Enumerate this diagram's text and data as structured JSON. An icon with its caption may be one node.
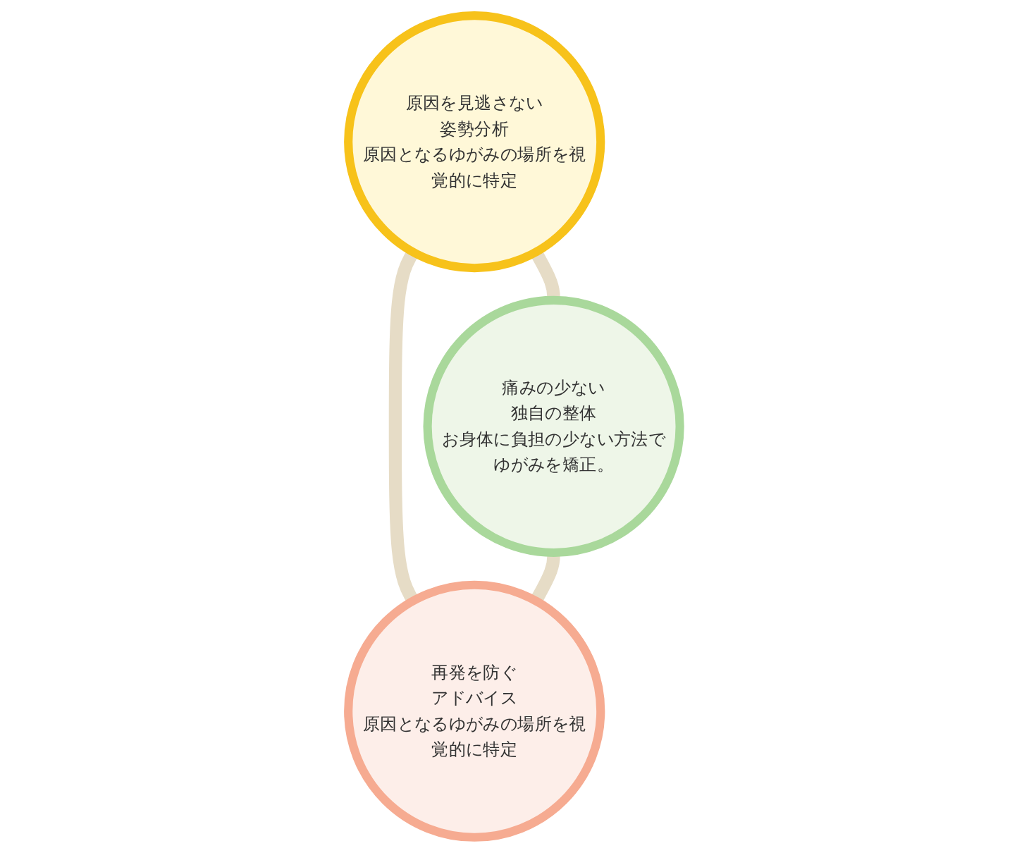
{
  "diagram": {
    "nodes": [
      {
        "text": [
          "原因を見逃さない",
          "姿勢分析",
          "原因となるゆがみの場所を視覚的に特定"
        ]
      },
      {
        "text": [
          "痛みの少ない",
          "独自の整体",
          "お身体に負担の少ない方法でゆがみを矯正。"
        ]
      },
      {
        "text": [
          "再発を防ぐ",
          "アドバイス",
          "原因となるゆがみの場所を視覚的に特定"
        ]
      }
    ],
    "edges": [
      {
        "from": 0,
        "to": 1,
        "arrow": "none"
      },
      {
        "from": 0,
        "to": 2,
        "arrow": "none"
      },
      {
        "from": 1,
        "to": 2,
        "arrow": "none"
      }
    ]
  }
}
